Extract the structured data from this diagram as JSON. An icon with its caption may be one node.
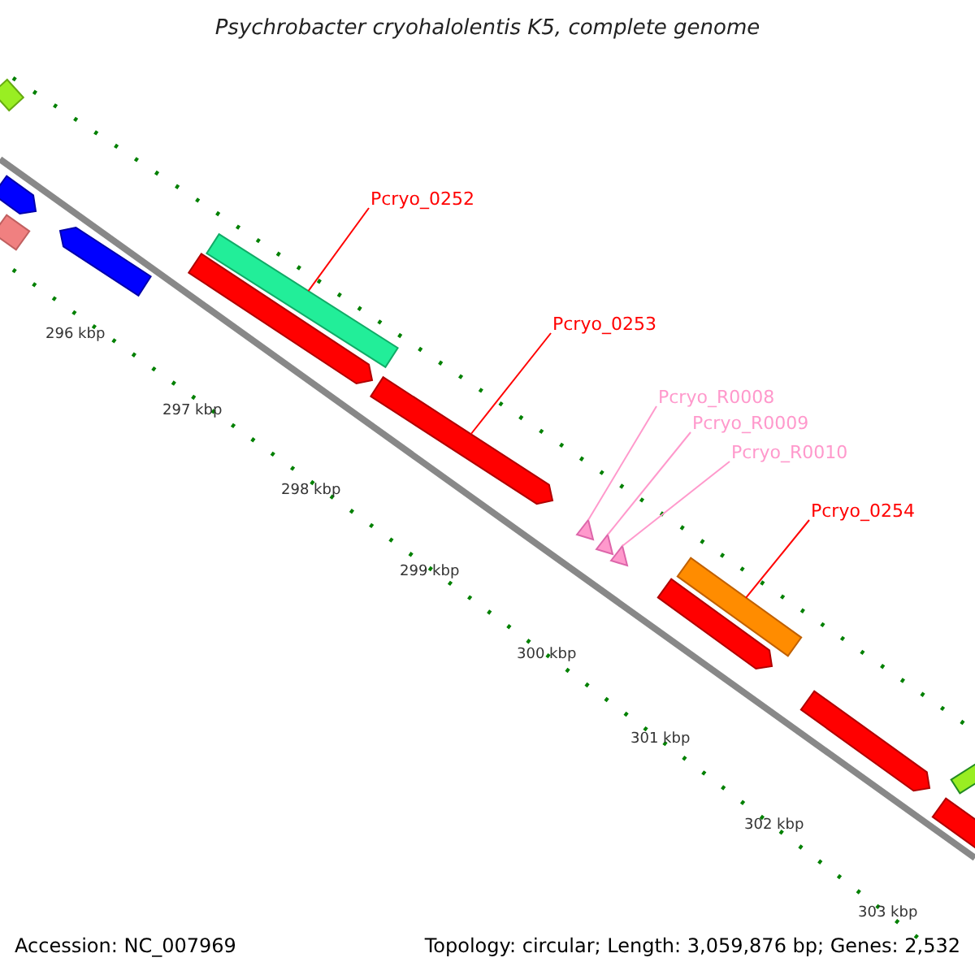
{
  "diagram": {
    "title": "Psychrobacter cryohalolentis K5, complete genome",
    "nodes": [
      {
        "text": [
          "Pcryo_0252"
        ]
      },
      {
        "text": [
          "Pcryo_0253"
        ]
      },
      {
        "text": [
          "Pcryo_R0008"
        ]
      },
      {
        "text": [
          "Pcryo_R0009"
        ]
      },
      {
        "text": [
          "Pcryo_R0010"
        ]
      },
      {
        "text": [
          "Pcryo_0254"
        ]
      },
      {
        "text": [],
        "shape": "bar"
      },
      {
        "text": [],
        "shape": "bar"
      },
      {
        "text": [],
        "shape": "bar"
      },
      {
        "text": [],
        "shape": "bar"
      },
      {
        "text": [],
        "shape": "bar"
      },
      {
        "text": [],
        "shape": "bar"
      },
      {
        "text": [],
        "shape": "bar"
      },
      {
        "text": [],
        "shape": "triangle"
      },
      {
        "text": [],
        "shape": "triangle"
      },
      {
        "text": [],
        "shape": "triangle"
      },
      {
        "text": [],
        "shape": "bar"
      },
      {
        "text": [],
        "shape": "bar"
      },
      {
        "text": [],
        "shape": "bar"
      },
      {
        "text": [],
        "shape": "bar"
      },
      {
        "text": [],
        "shape": "bar"
      }
    ],
    "edges": [
      {
        "from": 0,
        "to": 11,
        "arrow": "none",
        "color": "#ff0000"
      },
      {
        "from": 1,
        "to": 12,
        "arrow": "none",
        "color": "#ff0000"
      },
      {
        "from": 2,
        "to": 13,
        "arrow": "none",
        "color": "#ff99cc"
      },
      {
        "from": 3,
        "to": 14,
        "arrow": "none",
        "color": "#ff99cc"
      },
      {
        "from": 4,
        "to": 15,
        "arrow": "none",
        "color": "#ff99cc"
      },
      {
        "from": 5,
        "to": 17,
        "arrow": "none",
        "color": "#ff0000"
      }
    ],
    "labels": [
      "296 kbp",
      "297 kbp",
      "298 kbp",
      "299 kbp",
      "300 kbp",
      "301 kbp",
      "302 kbp",
      "303 kbp",
      "Accession: NC_007969",
      "Topology: circular; Length: 3,059,876 bp; Genes: 2,532"
    ]
  }
}
